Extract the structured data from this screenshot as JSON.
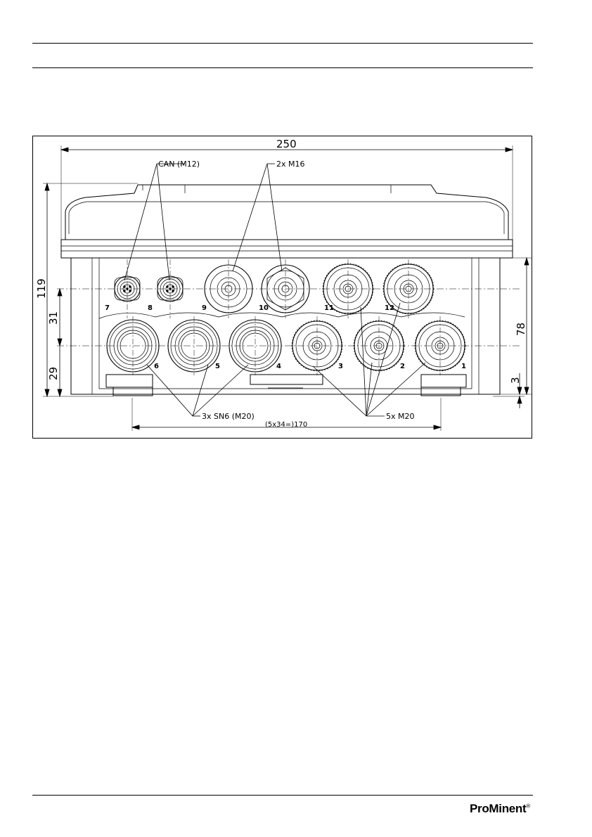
{
  "page": {
    "brand": "ProMinent",
    "brand_mark": "®"
  },
  "drawing": {
    "dimensions": {
      "overall_width": "250",
      "overall_height": "119",
      "upper_row_offset": "31",
      "lower_row_offset": "29",
      "right_height": "78",
      "foot": "3",
      "pitch": "(5x34=)170"
    },
    "callouts": {
      "can": "CAN (M12)",
      "m16": "2x M16",
      "sn6": "3x SN6 (M20)",
      "m20": "5x M20"
    },
    "upper_ports": [
      {
        "number": "7",
        "type": "M12"
      },
      {
        "number": "8",
        "type": "M12"
      },
      {
        "number": "9",
        "type": "M16"
      },
      {
        "number": "10",
        "type": "M16"
      },
      {
        "number": "11",
        "type": "M20"
      },
      {
        "number": "12",
        "type": "M20"
      }
    ],
    "lower_ports": [
      {
        "number": "6",
        "type": "SN6"
      },
      {
        "number": "5",
        "type": "SN6"
      },
      {
        "number": "4",
        "type": "SN6"
      },
      {
        "number": "3",
        "type": "M20"
      },
      {
        "number": "2",
        "type": "M20"
      },
      {
        "number": "1",
        "type": "M20"
      }
    ]
  }
}
